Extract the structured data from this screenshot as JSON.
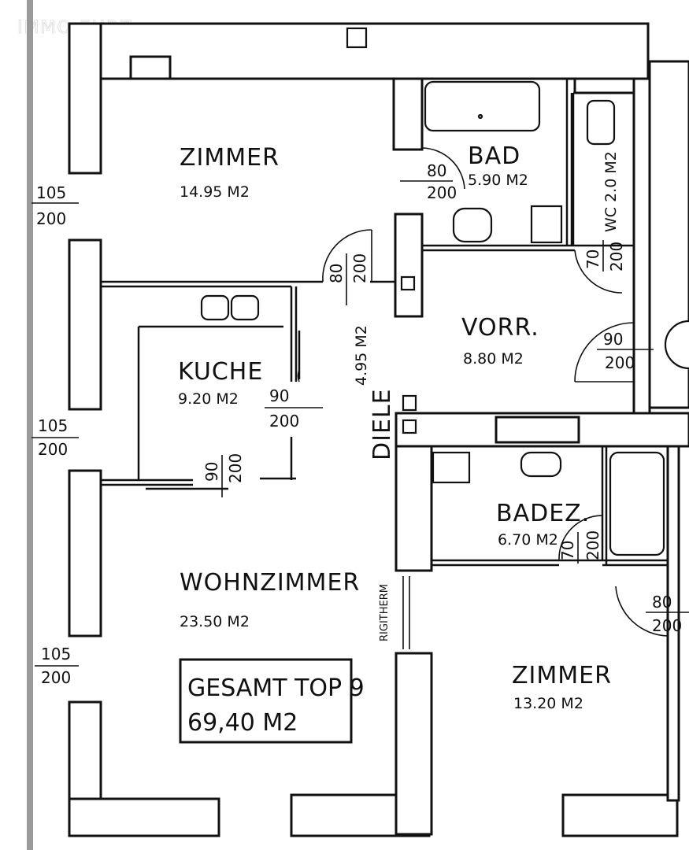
{
  "watermark": "IMMO EHRZ",
  "rooms": [
    {
      "id": "zimmer1",
      "name": "ZIMMER",
      "area": "14.95 M2"
    },
    {
      "id": "bad",
      "name": "BAD",
      "area": "5.90 M2"
    },
    {
      "id": "wc",
      "name": "WC 2.0 M2"
    },
    {
      "id": "kueche",
      "name": "KUCHE",
      "area": "9.20 M2"
    },
    {
      "id": "diele",
      "name": "DIELE",
      "area": "4.95 M2"
    },
    {
      "id": "vorraum",
      "name": "VORR.",
      "area": "8.80 M2"
    },
    {
      "id": "badez",
      "name": "BADEZ.",
      "area": "6.70 M2"
    },
    {
      "id": "wohnzimmer",
      "name": "WOHNZIMMER",
      "area": "23.50 M2"
    },
    {
      "id": "zimmer2",
      "name": "ZIMMER",
      "area": "13.20 M2"
    }
  ],
  "total": {
    "line1": "GESAMT TOP 9",
    "line2": "69,40 M2"
  },
  "dimensions": {
    "window_top_left": [
      "105",
      "200"
    ],
    "window_mid_left": [
      "105",
      "200"
    ],
    "window_bottom_left": [
      "105",
      "200"
    ],
    "door_bad": [
      "80",
      "200"
    ],
    "door_zimmer1": [
      "80",
      "200"
    ],
    "door_wc": [
      "70",
      "200"
    ],
    "door_vorr_right": [
      "90",
      "200"
    ],
    "door_kueche_diele": [
      "90",
      "200"
    ],
    "door_kueche_wohn": [
      "90",
      "200"
    ],
    "door_badez": [
      "70",
      "200"
    ],
    "door_zimmer2": [
      "80",
      "200"
    ]
  },
  "wall_note": "RIGITHERM"
}
